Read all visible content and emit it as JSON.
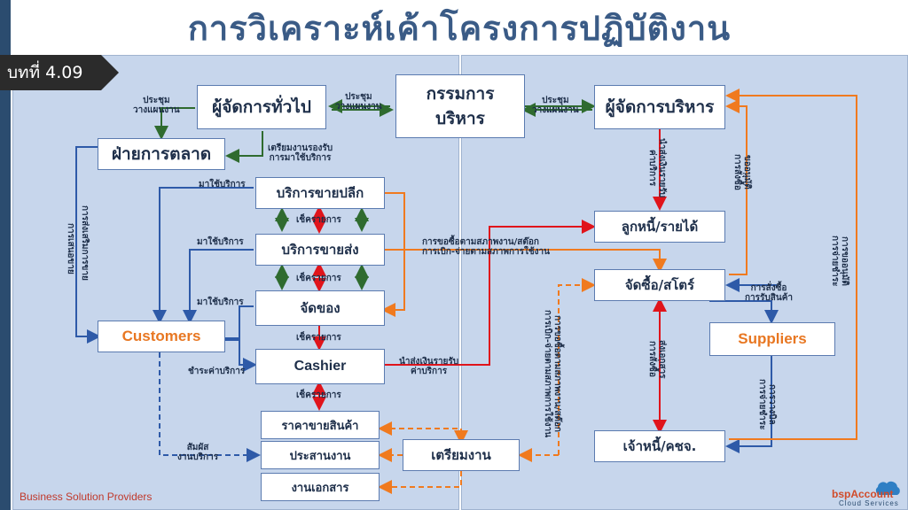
{
  "title": "การวิเคราะห์เค้าโครงการปฏิบัติงาน",
  "chapter_badge": "บทที่ 4.09",
  "colors": {
    "navy": "#2b4c6f",
    "blue_arrow": "#2e5aa8",
    "green_arrow": "#2f6b2f",
    "red_arrow": "#e0141b",
    "orange_arrow": "#f07a1f",
    "panel": "#c7d6ec"
  },
  "boxes": {
    "general_manager": "ผู้จัดการทั่วไป",
    "executive_committee": "กรรมการ\nบริหาร",
    "executive_manager": "ผู้จัดการบริหาร",
    "marketing": "ฝ่ายการตลาด",
    "retail_service": "บริการขายปลีก",
    "wholesale_service": "บริการขายส่ง",
    "packing": "จัดของ",
    "cashier": "Cashier",
    "customers": "Customers",
    "debtors_income": "ลูกหนี้/รายได้",
    "purchasing_store": "จัดซื้อ/สโตร์",
    "suppliers": "Suppliers",
    "creditors": "เจ้าหนี้/คชจ.",
    "product_price": "ราคาขายสินค้า",
    "coordination": "ประสานงาน",
    "documents": "งานเอกสาร",
    "preparation": "เตรียมงาน"
  },
  "labels": {
    "meeting_plan_1": "ประชุม\nวางแผนงาน",
    "meeting_plan_2": "ประชุม\nวางแผนงาน",
    "meeting_plan_3": "ประชุม\nวางแผนงาน",
    "prepare_support": "เตรียมงานรองรับ\nการมาใช้บริการ",
    "come_use_1": "มาใช้บริการ",
    "come_use_2": "มาใช้บริการ",
    "come_use_3": "มาใช้บริการ",
    "check_items_1": "เช็ครายการ",
    "check_items_2": "เช็ครายการ",
    "check_items_3": "เช็ครายการ",
    "check_items_4": "เช็ครายการ",
    "pay_service": "ชำระค่าบริการ",
    "contact_service": "สัมผัส\nงานบริการ",
    "request_stock": "การขอซื้อตามสภาพงาน/สต๊อก\nการเบิก-จ่ายตามสภาพการใช้งาน",
    "send_money": "นำส่งเงินรายรับ\nค่าบริการ",
    "sales_promo": "การส่งเสริมการขาย",
    "sales_offer": "การเสนอขาย",
    "send_income_service": "นำส่งเงินรายรับ\nค่าบริการ",
    "approve_purchase": "ขออนุมัติ\nการสั่งซื้อ",
    "approve_payment": "การขออนุมัติ\nการจ่ายชำระ",
    "order_receive": "การสั่งซื้อ\nการรับสินค้า",
    "send_docs_purchase": "ส่งเอกสาร\nการสั่งซื้อ",
    "billing_payment": "การวางบิล\nการจ่ายชำระ",
    "request_stock_vertical": "การขอซื้อตามสภาพงาน/สต๊อก\nการเบิก-จ่ายตามสภาพการใช้งาน"
  },
  "footer": {
    "left": "Business Solution Providers",
    "logo_name": "bspAccount",
    "logo_sub": "Cloud Services"
  }
}
